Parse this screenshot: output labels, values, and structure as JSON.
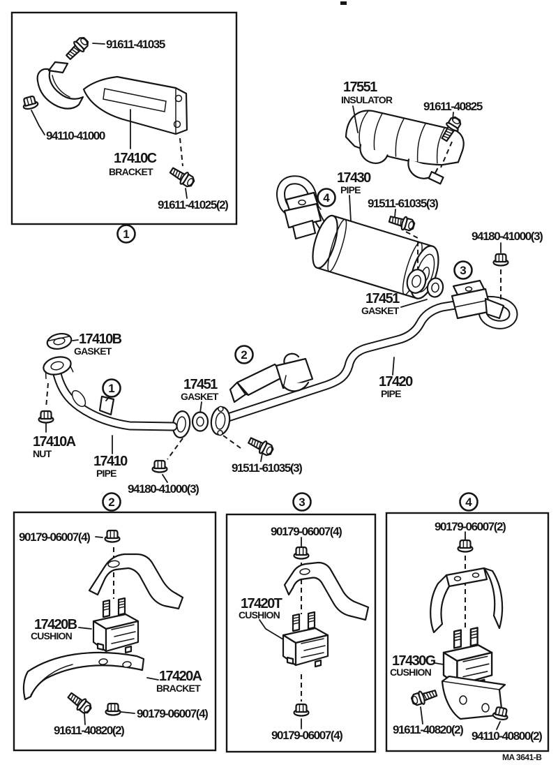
{
  "footer": {
    "diagram_code": "MA 3641-B"
  },
  "colors": {
    "ink": "#151515",
    "paper": "#ffffff"
  },
  "callouts": {
    "box1": {
      "marker": "1",
      "bolt_top": "91611-41035",
      "nut": "94110-41000",
      "bracket_id": "17410C",
      "bracket_word": "BRACKET",
      "bolt_bottom": "91611-41025(2)"
    },
    "main": {
      "m1": "1",
      "m2": "2",
      "m3": "3",
      "m4": "4",
      "insulator_id": "17551",
      "insulator_word": "INSULATOR",
      "insulator_bolt": "91611-40825",
      "rear_pipe_id": "17430",
      "rear_pipe_word": "PIPE",
      "bolt_upper": "91511-61035(3)",
      "nut_upper": "94180-41000(3)",
      "rear_gasket_id": "17451",
      "rear_gasket_word": "GASKET",
      "front_gasket_id": "17410B",
      "front_gasket_word": "GASKET",
      "mid_gasket_id": "17451",
      "mid_gasket_word": "GASKET",
      "front_nut_id": "17410A",
      "front_nut_word": "NUT",
      "front_pipe_id": "17410",
      "front_pipe_word": "PIPE",
      "mid_pipe_id": "17420",
      "mid_pipe_word": "PIPE",
      "bolt_lower": "91511-61035(3)",
      "nut_lower": "94180-41000(3)"
    },
    "box2": {
      "marker": "2",
      "nut_top": "90179-06007(4)",
      "cushion_id": "17420B",
      "cushion_word": "CUSHION",
      "bracket_id": "17420A",
      "bracket_word": "BRACKET",
      "nut_bottom": "90179-06007(4)",
      "bolt": "91611-40820(2)"
    },
    "box3": {
      "marker": "3",
      "nut_top": "90179-06007(4)",
      "cushion_id": "17420T",
      "cushion_word": "CUSHION",
      "nut_bottom": "90179-06007(4)"
    },
    "box4": {
      "marker": "4",
      "nut_top": "90179-06007(2)",
      "cushion_id": "17430G",
      "cushion_word": "CUSHION",
      "bolt": "91611-40820(2)",
      "nut_bottom": "94110-40800(2)"
    }
  }
}
